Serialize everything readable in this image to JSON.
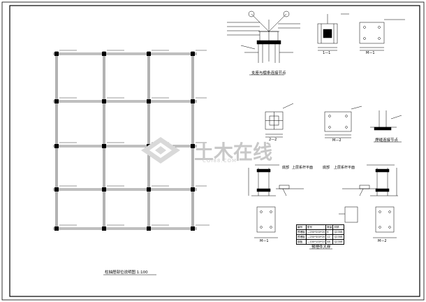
{
  "watermark": {
    "cn": "土木在线",
    "en": "COI88.COM"
  },
  "plan": {
    "title": "柱抽屉部位说明图 1:100"
  },
  "details": {
    "truss_support": {
      "title": "支座与檩条连接节点",
      "sec1": "1—1",
      "sec2": "M—1"
    },
    "middle": {
      "sec2": "2—2",
      "m2": "M—2",
      "weld": "焊缝连接节点"
    },
    "bottom": {
      "left_title": "上层系杆平面",
      "right_title": "上层系杆平面",
      "tag_left": "底部",
      "tag_right": "底部",
      "m1_left": "M—1",
      "m1_right": "M—2",
      "center_caption": "预埋件大样"
    },
    "table": {
      "headers": [
        "编号",
        "型号",
        "数量",
        "材质"
      ],
      "rows": [
        [
          "预埋板",
          "—250*200*20",
          "6",
          "Q235B"
        ],
        [
          "预埋板",
          "—250*300*20",
          "12",
          "Q235B"
        ],
        [
          "钢板",
          "—100*100*10",
          "48",
          "Q235B"
        ]
      ]
    }
  }
}
